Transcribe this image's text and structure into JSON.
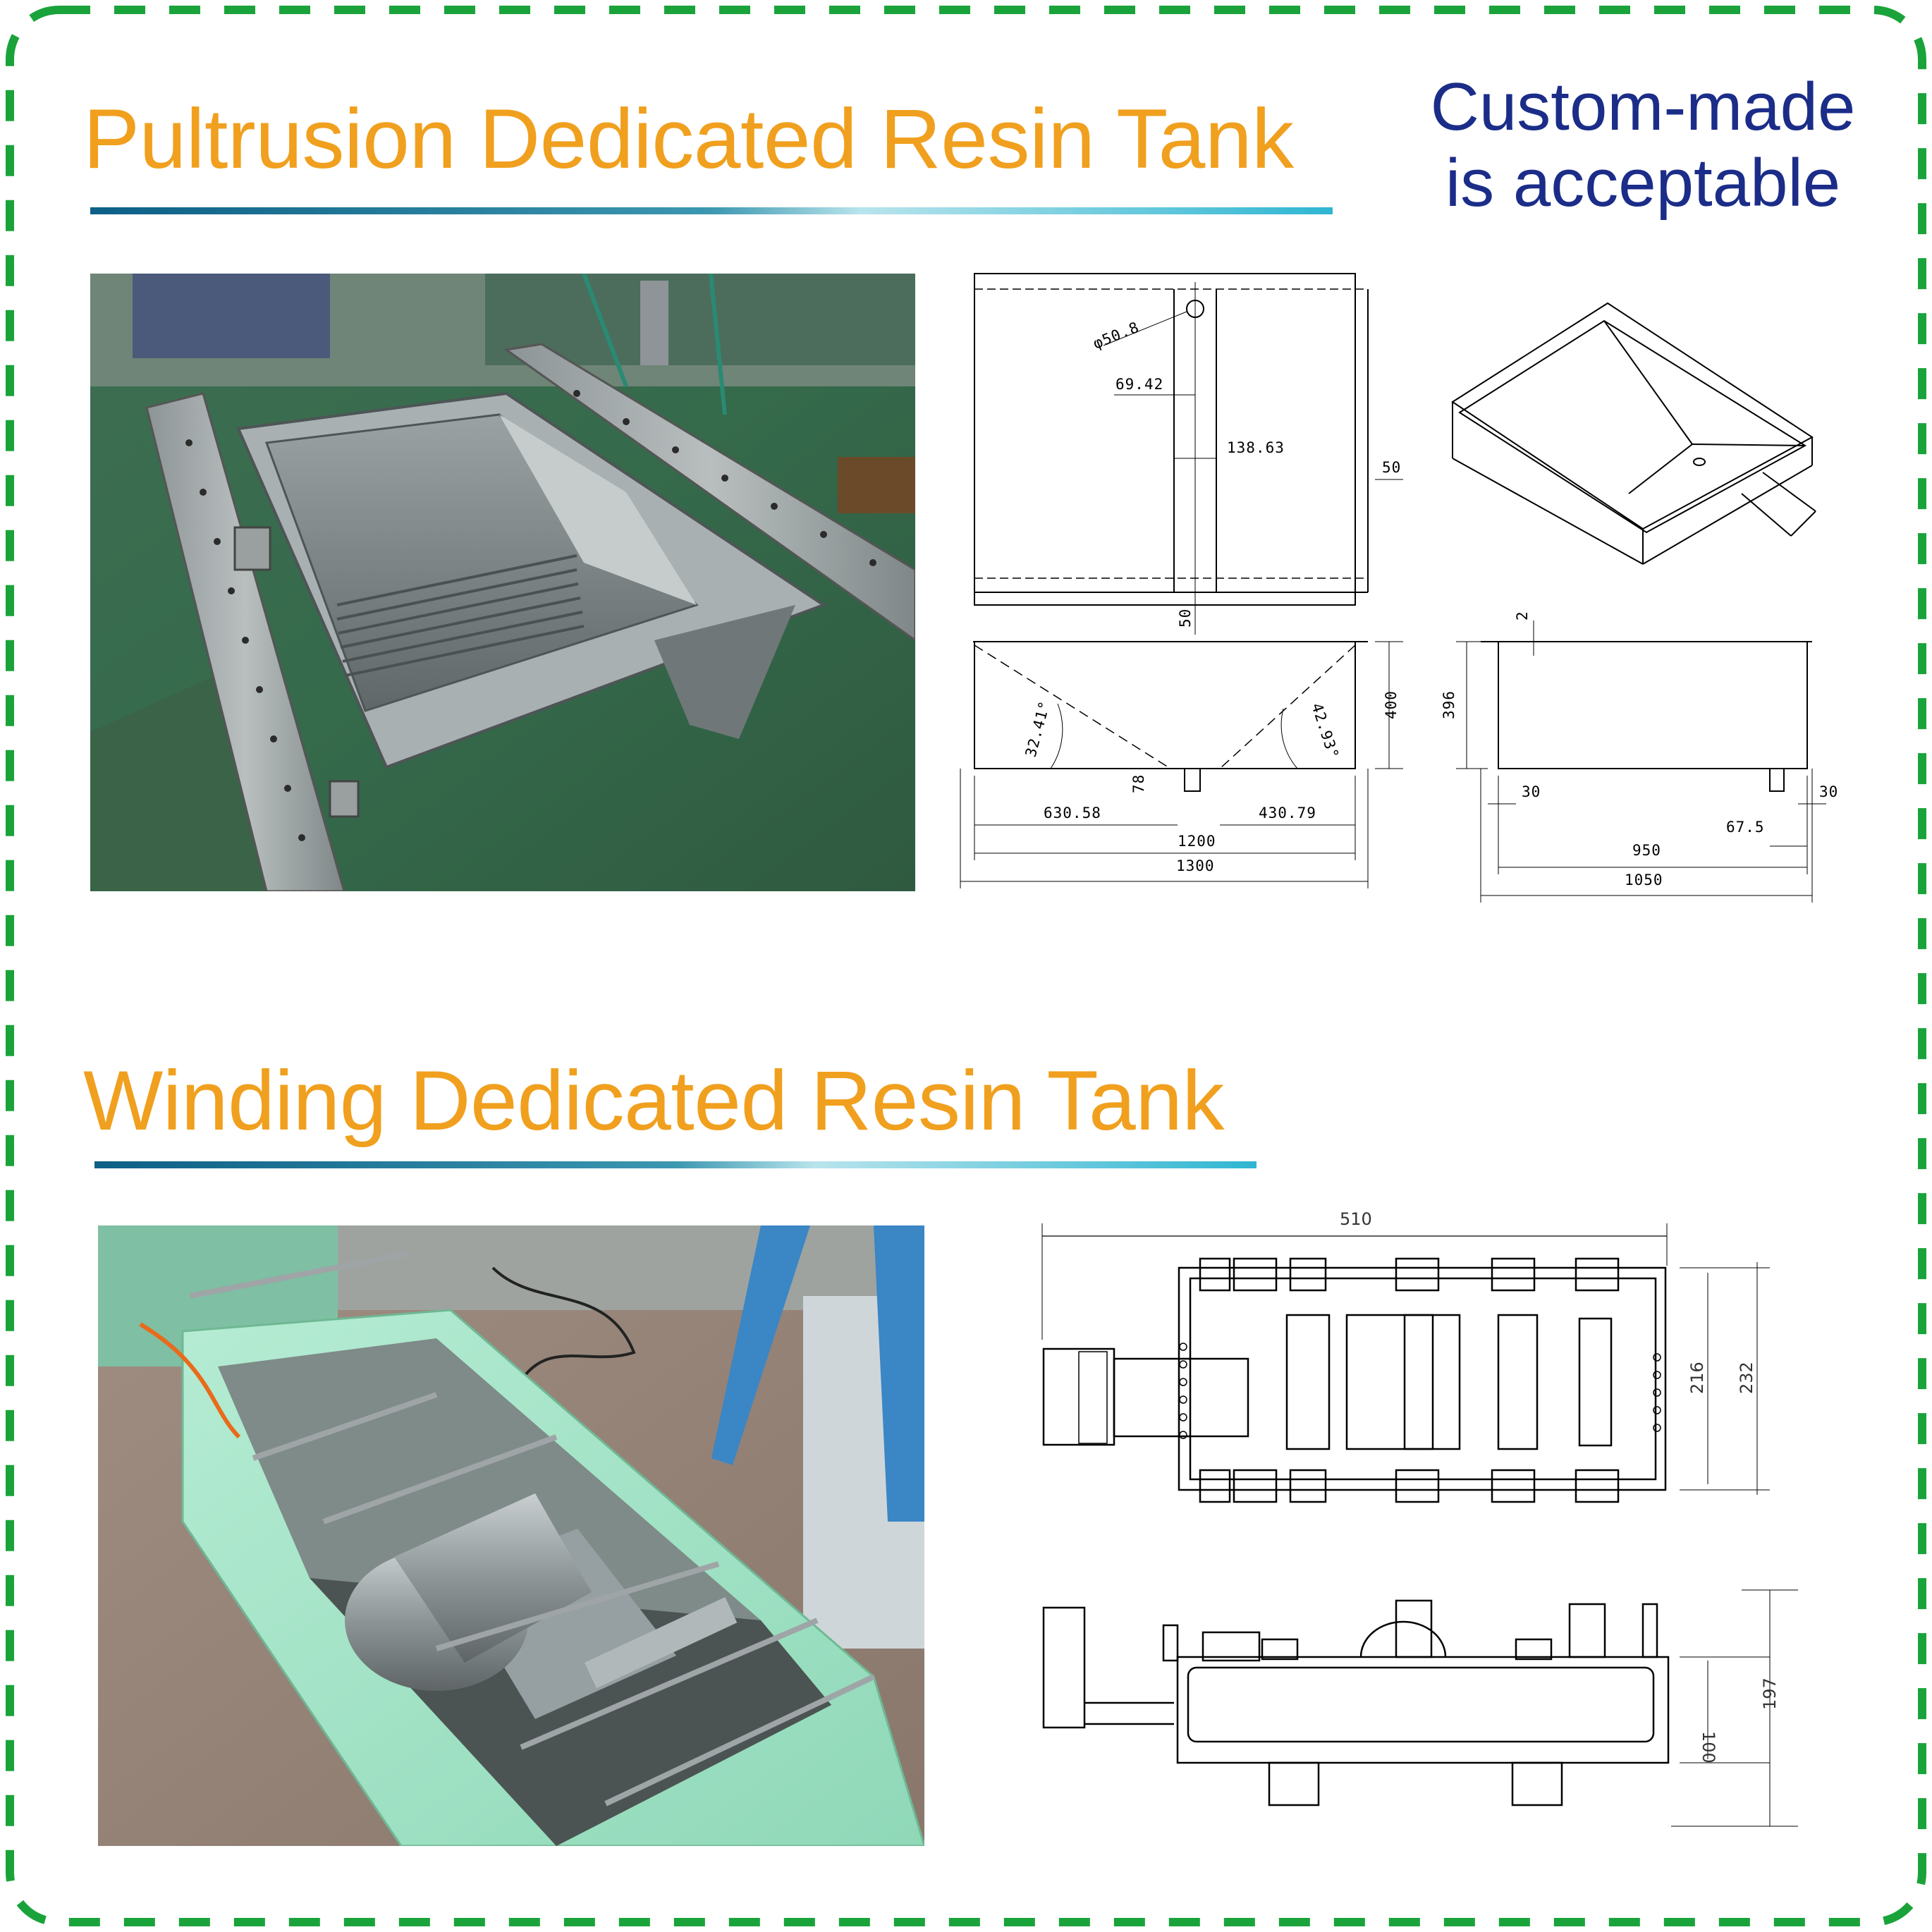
{
  "sections": {
    "pultrusion": {
      "title": "Pultrusion Dedicated Resin Tank"
    },
    "winding": {
      "title": "Winding Dedicated Resin Tank"
    }
  },
  "tagline": {
    "line1": "Custom-made",
    "line2": "is acceptable"
  },
  "pultrusion_dims": {
    "hole_dia": "φ50.8",
    "d1": "69.42",
    "d2": "138.63",
    "right_margin": "50",
    "bottom_margin": "50",
    "angle_left": "32.41°",
    "angle_right": "42.93°",
    "height": "400",
    "outlet": "78",
    "left_len": "630.58",
    "right_len": "430.79",
    "inner_len": "1200",
    "total_len": "1300",
    "wall": "2",
    "side_height": "396",
    "side_left": "30",
    "side_right": "30",
    "outlet_offset": "67.5",
    "inner_width": "950",
    "total_width": "1050"
  },
  "winding_dims": {
    "length": "510",
    "inner_width": "216",
    "total_width": "232",
    "inner_height": "100",
    "total_height": "197"
  },
  "colors": {
    "title": "#f0a01e",
    "tagline": "#1b2d88",
    "border": "#1aa33a"
  }
}
